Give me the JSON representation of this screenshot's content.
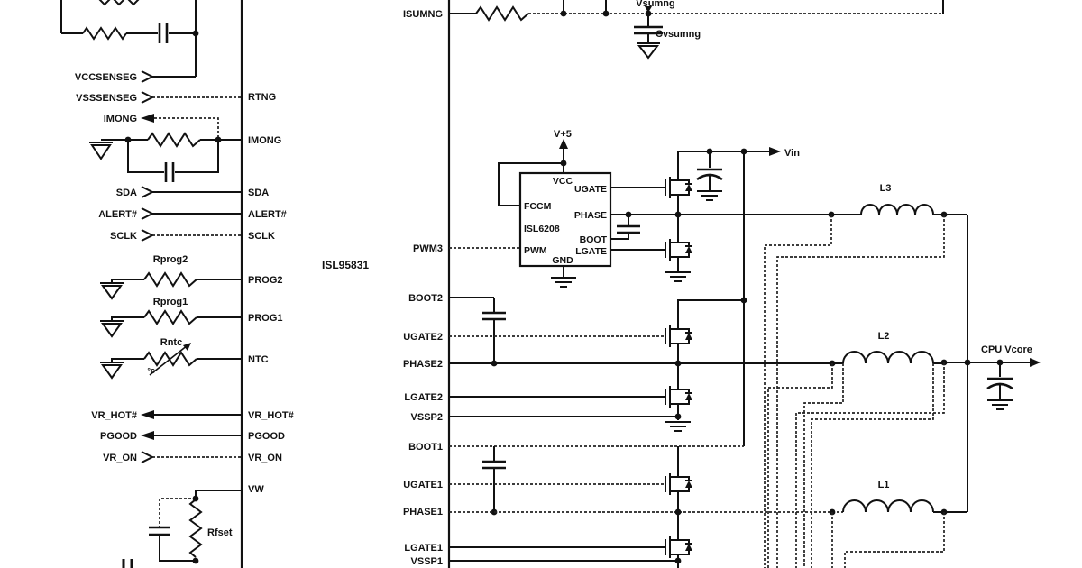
{
  "schematic": {
    "main_ic": {
      "title": "ISL95831"
    },
    "driver_ic": {
      "title": "ISL6208",
      "supply": "V+5",
      "pin_vcc": "VCC",
      "pin_ugate": "UGATE",
      "pin_fccm": "FCCM",
      "pin_phase": "PHASE",
      "pin_boot": "BOOT",
      "pin_pwm": "PWM",
      "pin_lgate": "LGATE",
      "pin_gnd": "GND"
    },
    "left_signals": {
      "vccsenseg": "VCCSENSEG",
      "vsssenseg": "VSSSENSEG",
      "imong": "IMONG",
      "sda": "SDA",
      "alert": "ALERT#",
      "sclk": "SCLK",
      "vr_hot": "VR_HOT#",
      "pgood": "PGOOD",
      "vr_on": "VR_ON"
    },
    "components": {
      "rprog2": "Rprog2",
      "rprog1": "Rprog1",
      "rntc": "Rntc",
      "ntc_temp": "°c",
      "rfset": "Rfset",
      "vsumng": "Vsumng",
      "cvsumng": "Cvsumng"
    },
    "pins_left": {
      "rtng": "RTNG",
      "imong": "IMONG",
      "sda": "SDA",
      "alert": "ALERT#",
      "sclk": "SCLK",
      "prog2": "PROG2",
      "prog1": "PROG1",
      "ntc": "NTC",
      "vr_hot": "VR_HOT#",
      "pgood": "PGOOD",
      "vr_on": "VR_ON",
      "vw": "VW"
    },
    "pins_right": {
      "isumng": "ISUMNG",
      "pwm3": "PWM3",
      "boot2": "BOOT2",
      "ugate2": "UGATE2",
      "phase2": "PHASE2",
      "lgate2": "LGATE2",
      "vssp2": "VSSP2",
      "boot1": "BOOT1",
      "ugate1": "UGATE1",
      "phase1": "PHASE1",
      "lgate1": "LGATE1",
      "vssp1": "VSSP1"
    },
    "rails": {
      "vin": "Vin",
      "vcore": "CPU Vcore"
    },
    "inductors": {
      "l1": "L1",
      "l2": "L2",
      "l3": "L3"
    },
    "colors": {
      "ink": "#111111",
      "background": "#ffffff"
    }
  }
}
